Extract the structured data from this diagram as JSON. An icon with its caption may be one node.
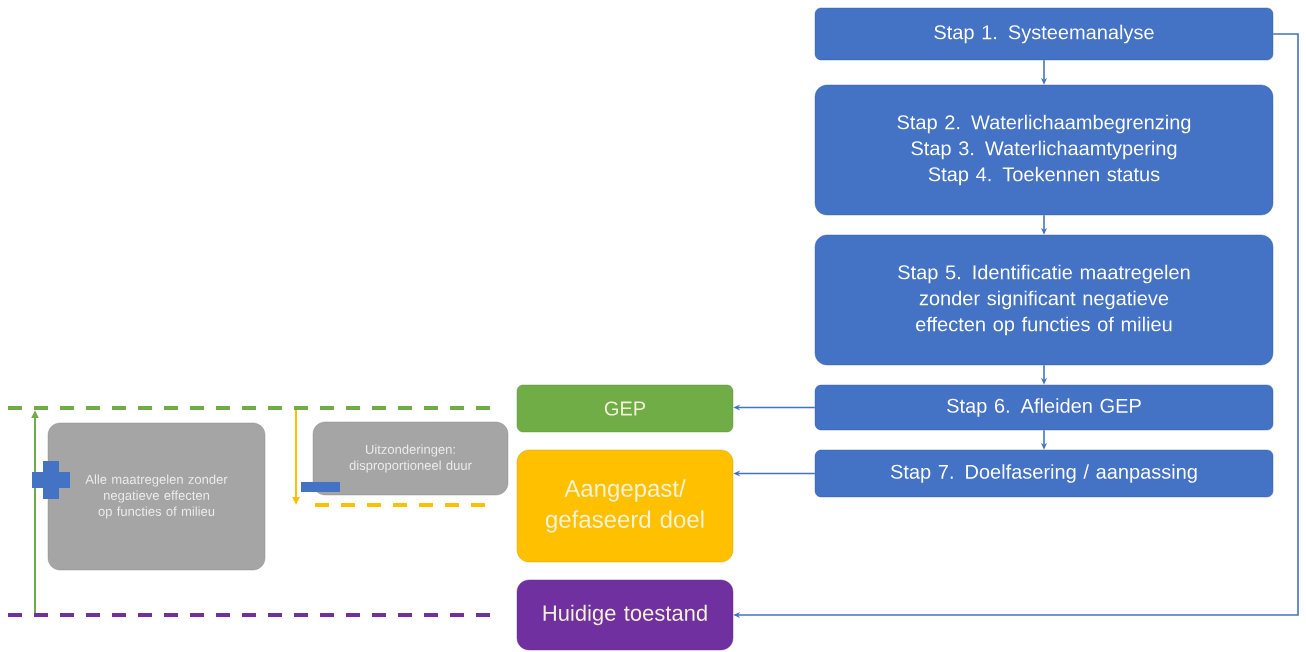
{
  "diagram": {
    "nodes": [
      {
        "text": [
          "Stap 1. Systeemanalyse"
        ]
      },
      {
        "text": [
          "Stap 2. Waterlichaambegrenzing",
          "Stap 3. Waterlichaamtypering",
          "Stap 4. Toekennen status"
        ]
      },
      {
        "text": [
          "Stap 5. Identificatie maatregelen zonder significant negatieve effecten op functies of milieu"
        ]
      },
      {
        "text": [
          "Stap 6. Afleiden GEP"
        ]
      },
      {
        "text": [
          "Stap 7. Doelfasering / aanpassing"
        ]
      },
      {
        "text": [
          "GEP"
        ]
      },
      {
        "text": [
          "Aangepast/ gefaseerd doel"
        ]
      },
      {
        "text": [
          "Huidige toestand"
        ]
      },
      {
        "text": [
          "Alle maatregelen zonder negatieve effecten op functies of milieu"
        ]
      },
      {
        "text": [
          "Uitzonderingen: disproportioneel duur"
        ]
      }
    ],
    "edges": [
      {
        "from": 0,
        "to": 1,
        "arrow": "to"
      },
      {
        "from": 1,
        "to": 2,
        "arrow": "to"
      },
      {
        "from": 2,
        "to": 3,
        "arrow": "to"
      },
      {
        "from": 3,
        "to": 4,
        "arrow": "to"
      },
      {
        "from": 3,
        "to": 5,
        "arrow": "to"
      },
      {
        "from": 4,
        "to": 6,
        "arrow": "to"
      },
      {
        "from": 0,
        "to": 7,
        "arrow": "to"
      }
    ]
  }
}
